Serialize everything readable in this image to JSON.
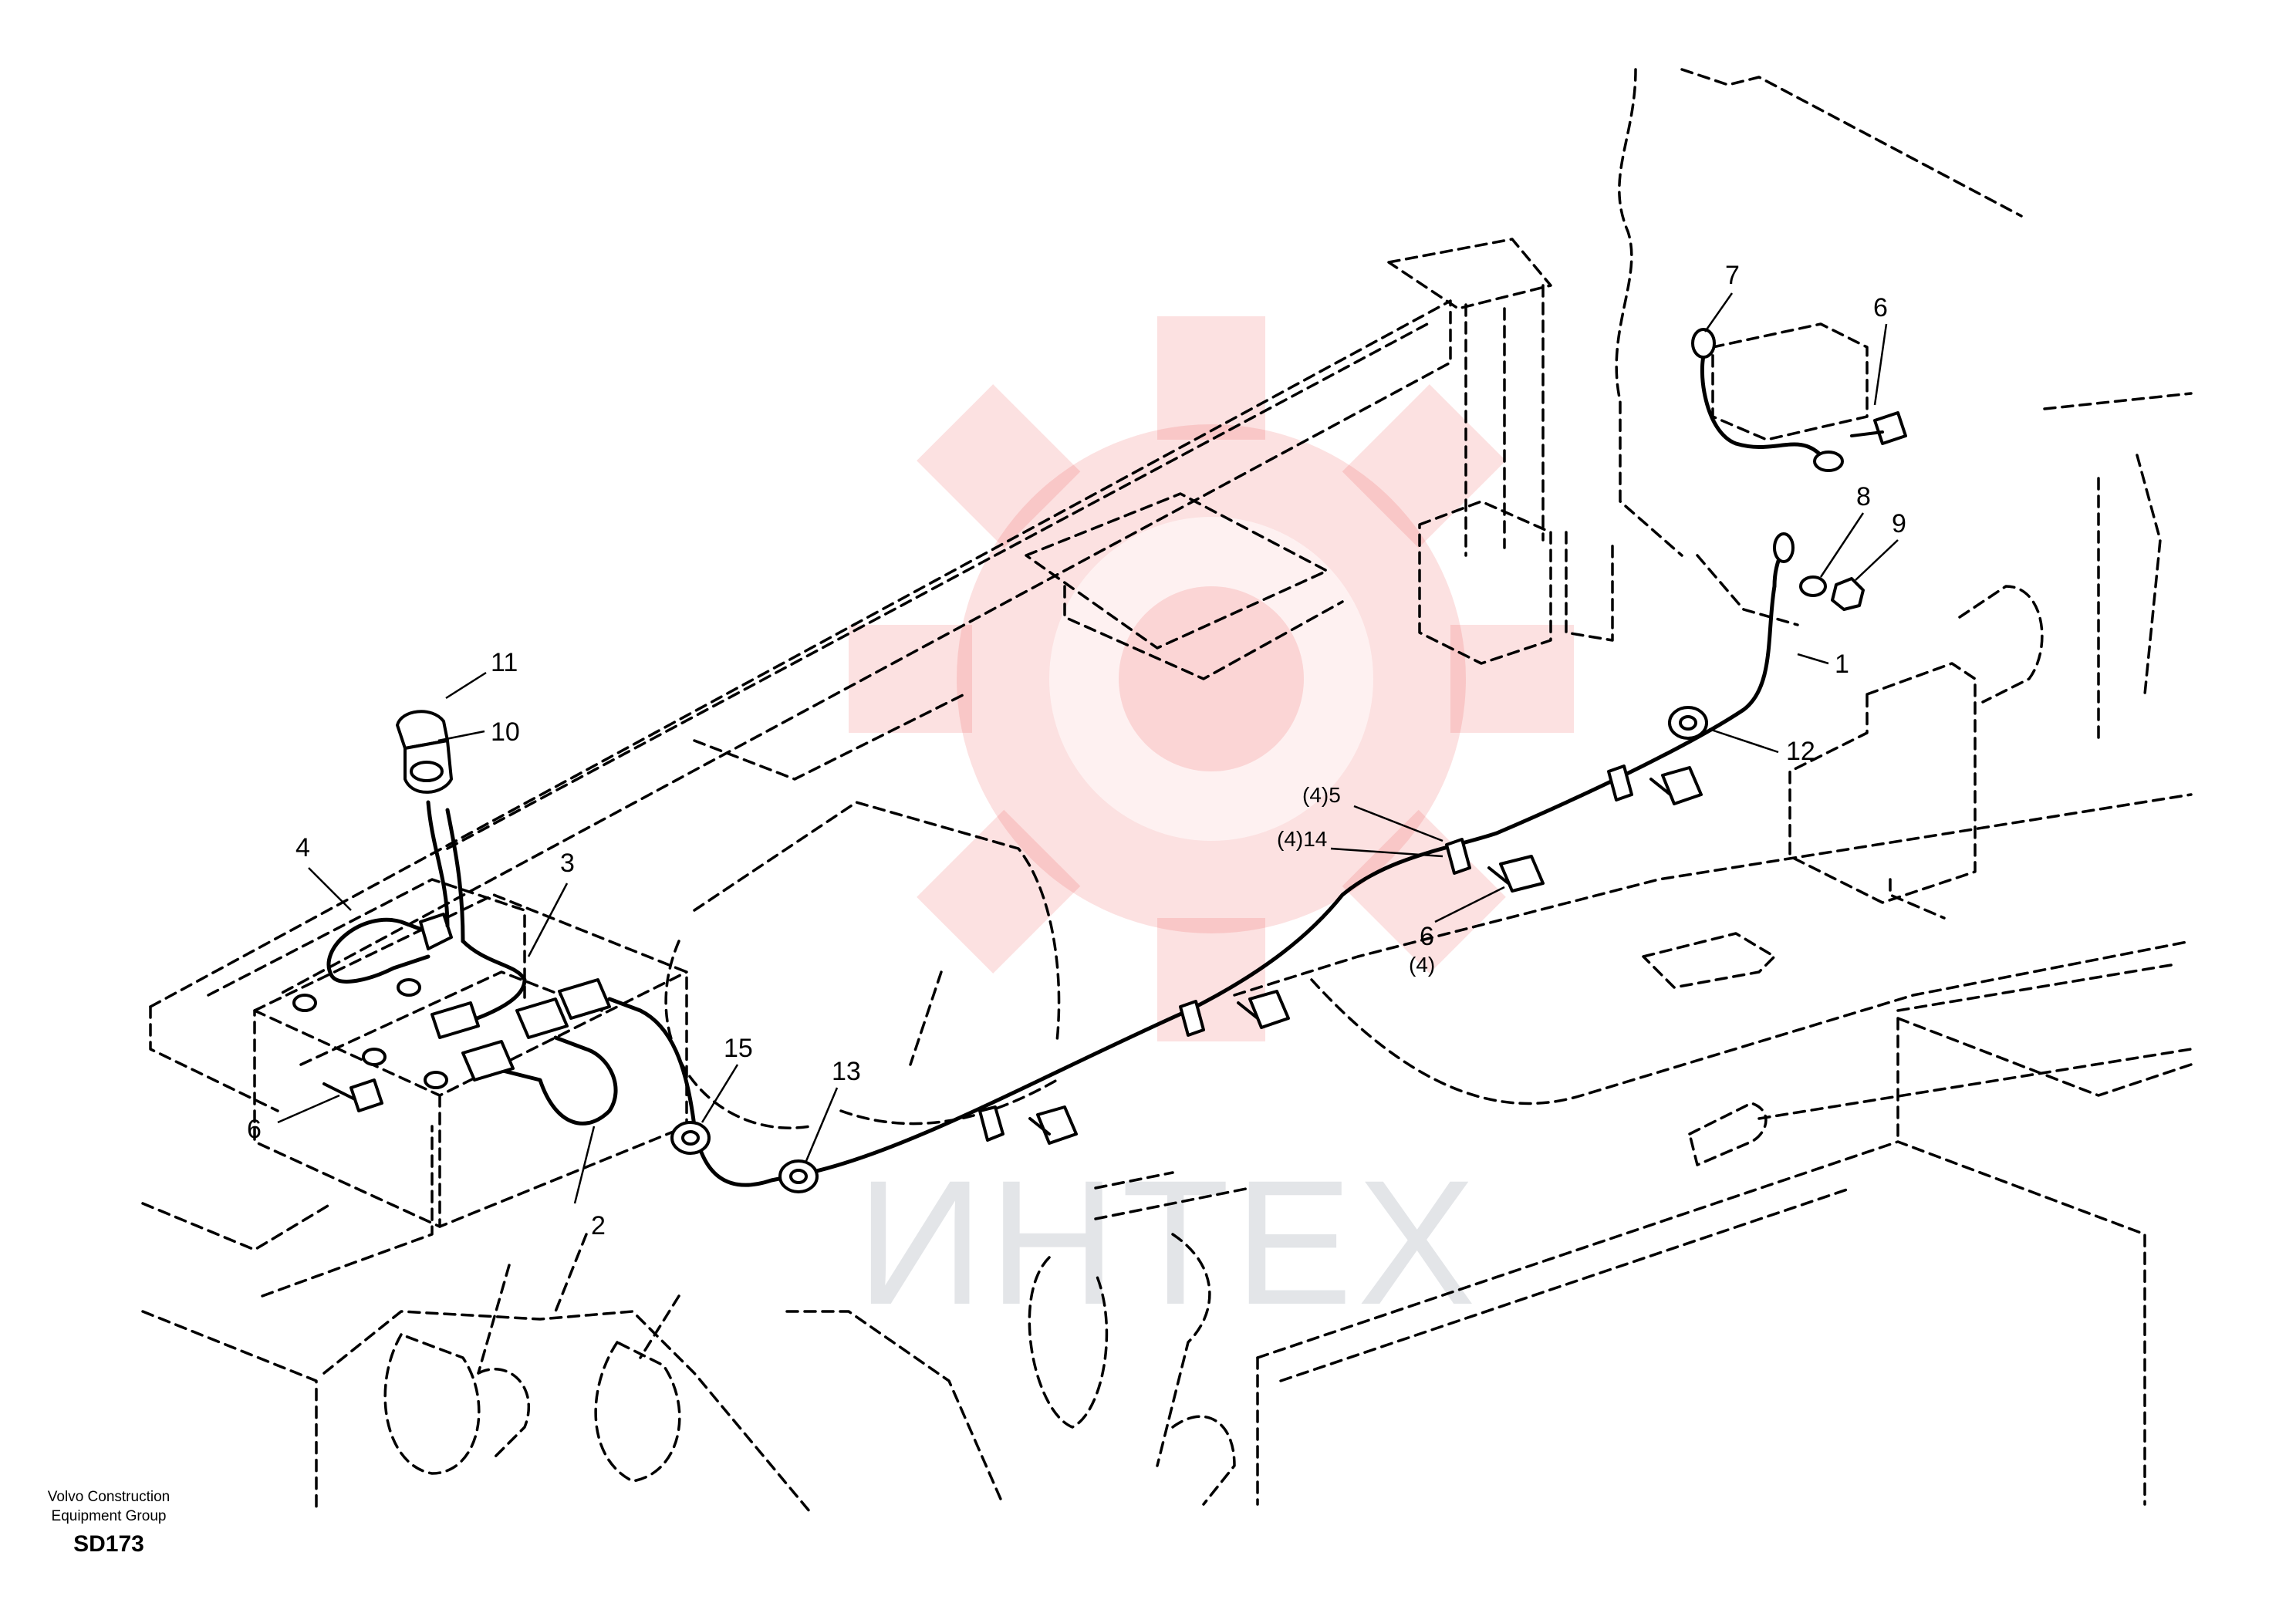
{
  "footer": {
    "company_line1": "Volvo Construction",
    "company_line2": "Equipment Group",
    "sheet_code": "SD173"
  },
  "watermark": {
    "text": "ИНТЕХ",
    "color": "#ef4444"
  },
  "callouts": [
    {
      "id": "c1",
      "label": "1"
    },
    {
      "id": "c2",
      "label": "2"
    },
    {
      "id": "c3",
      "label": "3"
    },
    {
      "id": "c4",
      "label": "4"
    },
    {
      "id": "c5",
      "label": "(4)5"
    },
    {
      "id": "c6a",
      "label": "6"
    },
    {
      "id": "c6b",
      "label": "6"
    },
    {
      "id": "c6c",
      "label": "6"
    },
    {
      "id": "c6c_qty",
      "label": "(4)"
    },
    {
      "id": "c7",
      "label": "7"
    },
    {
      "id": "c8",
      "label": "8"
    },
    {
      "id": "c9",
      "label": "9"
    },
    {
      "id": "c10",
      "label": "10"
    },
    {
      "id": "c11",
      "label": "11"
    },
    {
      "id": "c12",
      "label": "12"
    },
    {
      "id": "c13",
      "label": "13"
    },
    {
      "id": "c14",
      "label": "(4)14"
    },
    {
      "id": "c15",
      "label": "15"
    }
  ]
}
